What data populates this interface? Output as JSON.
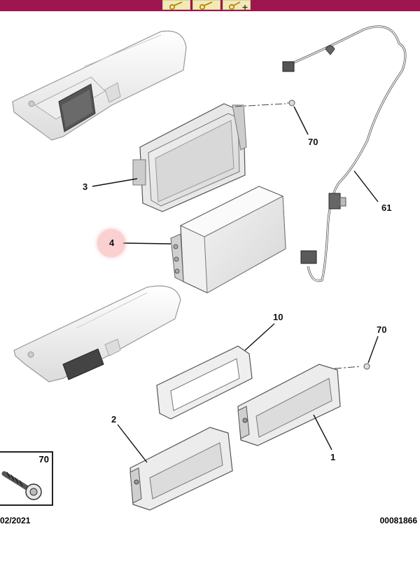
{
  "header": {
    "tools": [
      {
        "icon": "key-icon"
      },
      {
        "icon": "key-icon"
      },
      {
        "icon": "key-plus-icon"
      }
    ]
  },
  "callouts": {
    "part_70_top": "70",
    "part_3": "3",
    "part_61": "61",
    "part_4": "4",
    "part_10": "10",
    "part_70_bottom": "70",
    "part_2": "2",
    "part_1": "1"
  },
  "highlighted_callout": "4",
  "legend": {
    "ref": "70",
    "icon": "screw-icon"
  },
  "footer": {
    "date": "02/2021",
    "code": "00081866"
  },
  "colors": {
    "header_bar": "#9e1550",
    "highlight": "#f59696"
  }
}
